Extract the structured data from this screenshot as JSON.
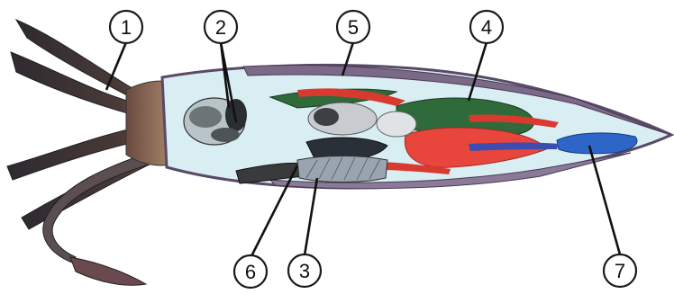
{
  "figure": {
    "subject": "squid",
    "callouts": [
      {
        "id": "c1",
        "label": "1"
      },
      {
        "id": "c2",
        "label": "2"
      },
      {
        "id": "c3",
        "label": "3"
      },
      {
        "id": "c4",
        "label": "4"
      },
      {
        "id": "c5",
        "label": "5"
      },
      {
        "id": "c6",
        "label": "6"
      },
      {
        "id": "c7",
        "label": "7"
      }
    ]
  },
  "colors": {
    "mantle_outline": "#5a4a66",
    "mantle_fill": "#d8eef2",
    "tentacle_dark": "#3a3036",
    "tentacle_brown": "#7a5a48",
    "gland_red": "#e8453c",
    "gill_green": "#2e6a3a",
    "ink_sac_blue": "#2e66c8",
    "background": "#ffffff"
  }
}
